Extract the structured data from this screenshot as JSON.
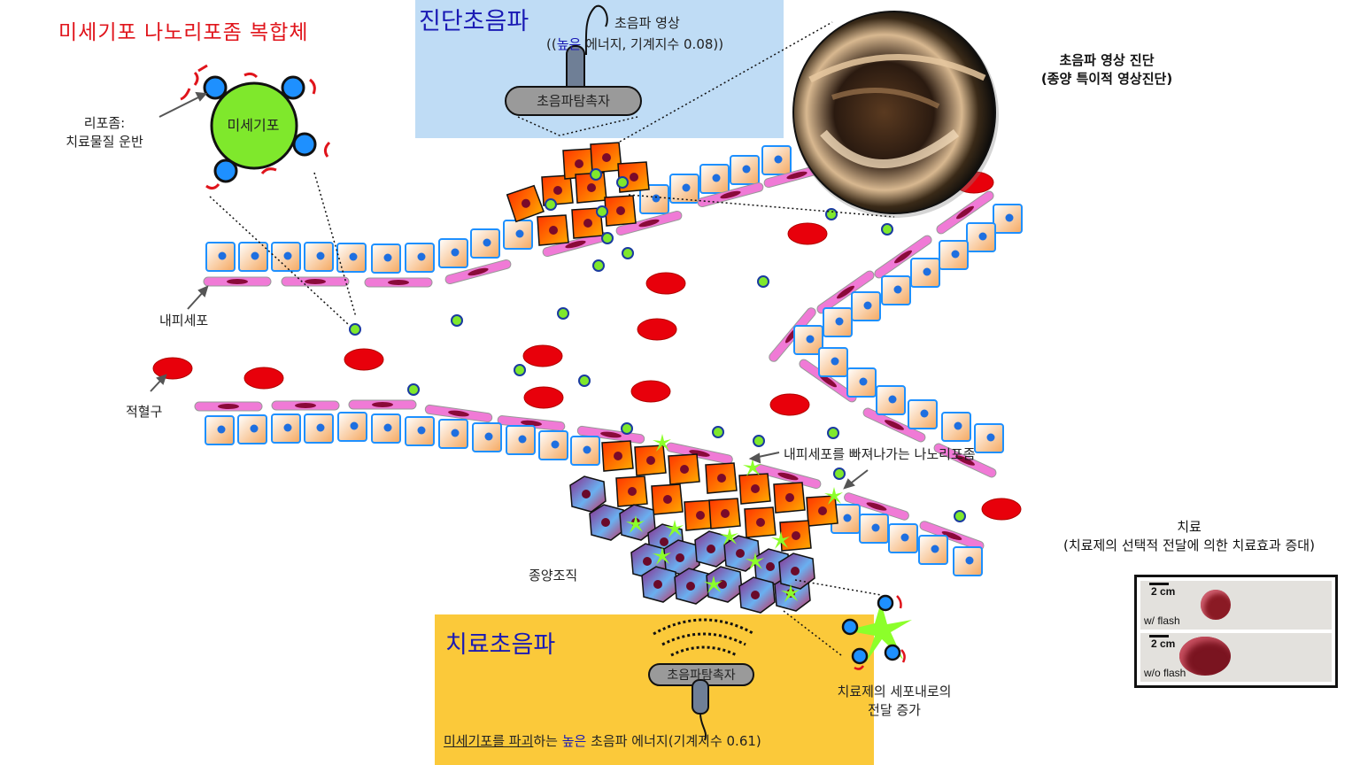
{
  "title": "미세기포 나노리포좀 복합체",
  "microbubble_label": "미세기포",
  "liposome_label": "리포좀:\n치료물질 운반",
  "endothelial_label": "내피세포",
  "rbc_label": "적혈구",
  "diagnostic_panel": {
    "title": "진단초음파",
    "probe_label": "초음파탐촉자",
    "imaging_line1": "초음파 영상",
    "imaging_line2_prefix": "((",
    "imaging_line2_blue": "높은",
    "imaging_line2_suffix": " 에너지, 기계지수 0.08))"
  },
  "imaging_result": "초음파 영상 진단\n(종양 특이적 영상진단)",
  "extravasation_label": "내피세포를 빠져나가는 나노리포좀",
  "tumor_label": "종양조직",
  "therapy_panel": {
    "title": "치료초음파",
    "probe_label": "초음파탐촉자",
    "bottom_text_underlined": "미세기포를 파괴",
    "bottom_text_mid": "하는 ",
    "bottom_text_blue": "높은",
    "bottom_text_end": " 초음파 에너지(기계지수 0.61)"
  },
  "delivery_label": "치료제의 세포내로의\n전달 증가",
  "treatment": {
    "title": "치료\n(치료제의 선택적 전달에 의한 치료효과 증대)",
    "photo_top_scale": "2 cm",
    "photo_top_caption": "w/ flash",
    "photo_bottom_scale": "2 cm",
    "photo_bottom_caption": "w/o flash"
  },
  "colors": {
    "title_red": "#e0141b",
    "panel_blue": "#bfdcf5",
    "panel_yellow": "#fbc93a",
    "microbubble_green": "#7fe82c",
    "liposome_blue": "#1e90ff",
    "rbc_red": "#e8000b",
    "endothelial_pink": "#e87fd0",
    "tumor_orange": "#ff6a00"
  }
}
